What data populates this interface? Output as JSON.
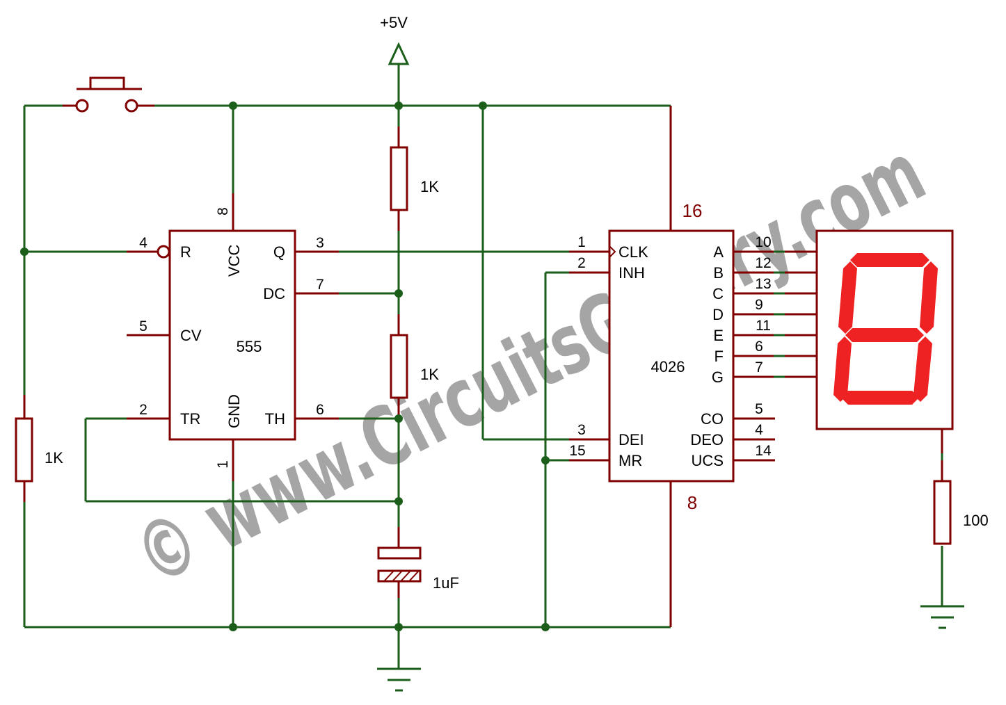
{
  "watermark": "© www.CircuitsGallery.com",
  "supply": "+5V",
  "colors": {
    "wire": "#1a5e1a",
    "part": "#800000",
    "display": "#ee2222",
    "watermark": "#9c9c9c"
  },
  "ic555": {
    "name": "555",
    "pins": {
      "R": "R",
      "VCC": "VCC",
      "Q": "Q",
      "DC": "DC",
      "CV": "CV",
      "TR": "TR",
      "GND": "GND",
      "TH": "TH"
    },
    "numbers": {
      "n4": "4",
      "n8": "8",
      "n3": "3",
      "n7": "7",
      "n5": "5",
      "n2": "2",
      "n6": "6",
      "n1": "1"
    }
  },
  "ic4026": {
    "name": "4026",
    "top_pin": "16",
    "bottom_pin": "8",
    "pins": {
      "CLK": "CLK",
      "INH": "INH",
      "DEI": "DEI",
      "MR": "MR",
      "CO": "CO",
      "DEO": "DEO",
      "UCS": "UCS"
    },
    "segment_pins": [
      "A",
      "B",
      "C",
      "D",
      "E",
      "F",
      "G"
    ],
    "segment_numbers": [
      "10",
      "12",
      "13",
      "9",
      "11",
      "6",
      "7"
    ],
    "numbers": {
      "n1": "1",
      "n2": "2",
      "n3": "3",
      "n15": "15",
      "n5": "5",
      "n4": "4",
      "n14": "14"
    }
  },
  "components": {
    "r_left": "1K",
    "r_top": "1K",
    "r_mid": "1K",
    "cap": "1uF",
    "r_display": "100"
  },
  "seven_segment_display": {
    "shown_digit": "8"
  }
}
